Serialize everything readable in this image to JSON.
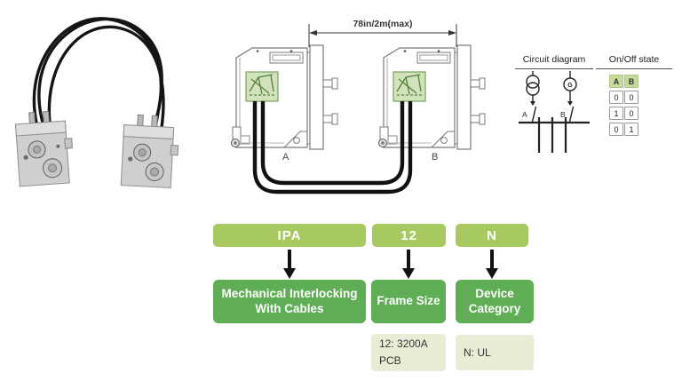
{
  "drawing": {
    "dimension_label": "78in/2m(max)",
    "device_a_label": "A",
    "device_b_label": "B"
  },
  "circuit": {
    "title": "Circuit diagram",
    "source_a_label": "A",
    "source_b_label": "B",
    "generator_letter": "G"
  },
  "state_table": {
    "title": "On/Off state",
    "columns": [
      "A",
      "B"
    ],
    "rows": [
      [
        "0",
        "0"
      ],
      [
        "1",
        "0"
      ],
      [
        "0",
        "1"
      ]
    ]
  },
  "flowchart": {
    "columns": [
      {
        "code": "IPA",
        "category": "Mechanical Interlocking With Cables",
        "note_line1": "",
        "note_line2": ""
      },
      {
        "code": "12",
        "category": "Frame Size",
        "note_line1": "12: 3200A",
        "note_line2": "PCB"
      },
      {
        "code": "N",
        "category": "Device Category",
        "note_line1": "N: UL",
        "note_line2": ""
      }
    ]
  },
  "colors": {
    "light_green": "#a8c95f",
    "dark_green": "#5fad55",
    "pale_green": "#e9edd5",
    "table_header_green": "#c6da9a",
    "highlight_border": "#6f9e4e"
  }
}
